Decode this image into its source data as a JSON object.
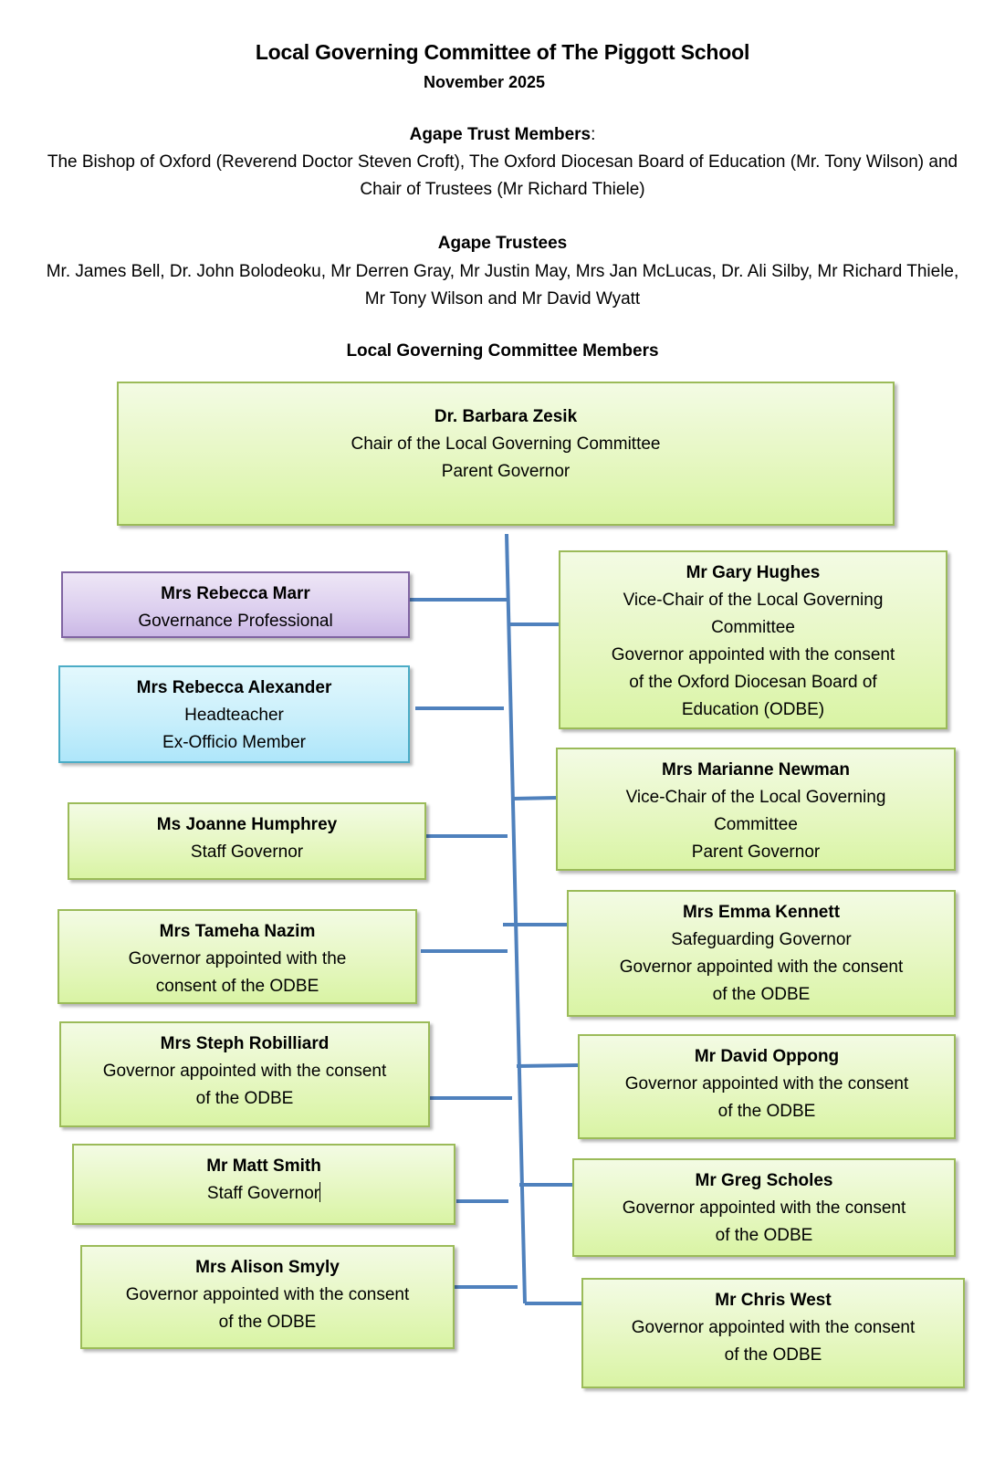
{
  "document": {
    "title": "Local Governing Committee of The Piggott School",
    "date": "November 2025"
  },
  "trust_members": {
    "heading": "Agape Trust Members",
    "heading_suffix": ":",
    "text": "The Bishop of Oxford (Reverend Doctor Steven Croft), The Oxford Diocesan Board of Education (Mr. Tony Wilson) and Chair of Trustees (Mr Richard Thiele)"
  },
  "trustees": {
    "heading": "Agape Trustees",
    "text": "Mr. James Bell, Dr. John Bolodeoku, Mr Derren Gray, Mr Justin May, Mrs Jan McLucas, Dr. Ali Silby, Mr Richard Thiele, Mr Tony Wilson and Mr David Wyatt"
  },
  "committee": {
    "heading": "Local Governing Committee Members",
    "chair": {
      "name": "Dr. Barbara Zesik",
      "roles": [
        "Chair of the Local Governing Committee",
        "Parent Governor"
      ],
      "color": "#9bbb59"
    },
    "left_members": [
      {
        "name": "Mrs Rebecca Marr",
        "roles": [
          "Governance Professional"
        ],
        "color": "#8064a2"
      },
      {
        "name": "Mrs Rebecca Alexander",
        "roles": [
          "Headteacher",
          "Ex-Officio Member"
        ],
        "color": "#4bacc6"
      },
      {
        "name": "Ms Joanne Humphrey",
        "roles": [
          "Staff Governor"
        ],
        "color": "#9bbb59"
      },
      {
        "name": "Mrs Tameha Nazim",
        "roles": [
          "Governor appointed with the",
          "consent of the ODBE"
        ],
        "color": "#9bbb59"
      },
      {
        "name": "Mrs Steph Robilliard",
        "roles": [
          "Governor appointed with the consent",
          "of the ODBE"
        ],
        "color": "#9bbb59"
      },
      {
        "name": "Mr Matt Smith",
        "roles": [
          "Staff Governor"
        ],
        "color": "#9bbb59"
      },
      {
        "name": "Mrs Alison Smyly",
        "roles": [
          "Governor appointed with the consent",
          "of the ODBE"
        ],
        "color": "#9bbb59"
      }
    ],
    "right_members": [
      {
        "name": "Mr Gary Hughes",
        "roles": [
          "Vice-Chair of the Local Governing",
          "Committee",
          "Governor appointed with the consent",
          "of the Oxford Diocesan Board of",
          "Education (ODBE)"
        ],
        "color": "#9bbb59"
      },
      {
        "name": "Mrs Marianne Newman",
        "roles": [
          "Vice-Chair of the Local Governing",
          "Committee",
          "Parent Governor"
        ],
        "color": "#9bbb59"
      },
      {
        "name": "Mrs Emma Kennett",
        "roles": [
          "Safeguarding Governor",
          "Governor appointed with the consent",
          "of the ODBE"
        ],
        "color": "#9bbb59"
      },
      {
        "name": "Mr David Oppong",
        "roles": [
          "Governor appointed with the consent",
          "of the ODBE"
        ],
        "color": "#9bbb59"
      },
      {
        "name": "Mr Greg Scholes",
        "roles": [
          "Governor appointed with the consent",
          "of the ODBE"
        ],
        "color": "#9bbb59"
      },
      {
        "name": "Mr Chris West",
        "roles": [
          "Governor appointed with the consent",
          "of the ODBE"
        ],
        "color": "#9bbb59"
      }
    ],
    "connector_color": "#4f81bd"
  }
}
